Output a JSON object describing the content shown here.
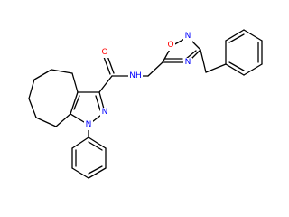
{
  "molecule": {
    "labels": {
      "amide_o": {
        "text": "O",
        "color": "#ff0000"
      },
      "amide_nh": {
        "text": "NH",
        "color": "#0000ff"
      },
      "pyrazole_n1": {
        "text": "N",
        "color": "#0000ff"
      },
      "pyrazole_n2": {
        "text": "N",
        "color": "#0000ff"
      },
      "oxadiazole_o": {
        "text": "O",
        "color": "#ff0000"
      },
      "oxadiazole_n2": {
        "text": "N",
        "color": "#0000ff"
      },
      "oxadiazole_n4": {
        "text": "N",
        "color": "#0000ff"
      }
    }
  }
}
